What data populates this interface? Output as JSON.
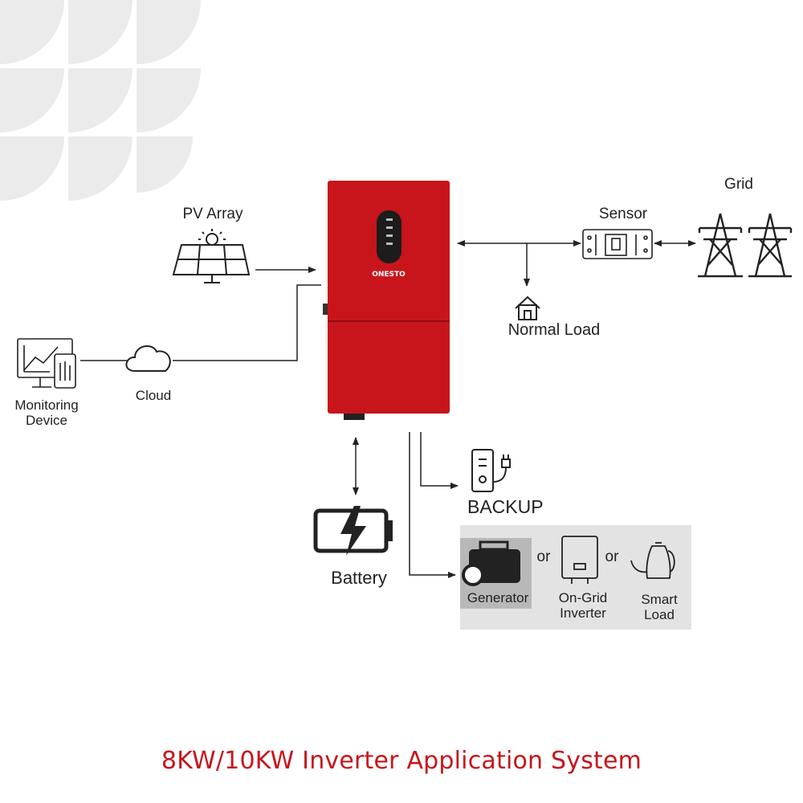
{
  "labels": {
    "pv_array": "PV Array",
    "sensor": "Sensor",
    "grid": "Grid",
    "normal_load": "Normal Load",
    "monitoring_device": [
      "Monitoring",
      "Device"
    ],
    "cloud": "Cloud",
    "backup": "BACKUP",
    "battery": "Battery",
    "generator": "Generator",
    "or_1": "or",
    "or_2": "or",
    "on_grid_inverter": [
      "On-Grid",
      "Inverter"
    ],
    "smart_load": [
      "Smart",
      "Load"
    ]
  },
  "inverter": {
    "brand": "ONESTO",
    "color": "#c8151b"
  },
  "caption": "8KW/10KW Inverter Application System",
  "colors": {
    "accent": "#c8151b",
    "line": "#222222",
    "alt_panel": "#e3e3e3",
    "pattern": "#e9e9e9"
  },
  "icons": [
    "solar-panel-icon",
    "monitor-icon",
    "cloud-icon",
    "house-icon",
    "energy-meter-icon",
    "transmission-tower-icon",
    "power-socket-icon",
    "battery-icon",
    "generator-icon",
    "on-grid-inverter-icon",
    "kettle-icon"
  ]
}
